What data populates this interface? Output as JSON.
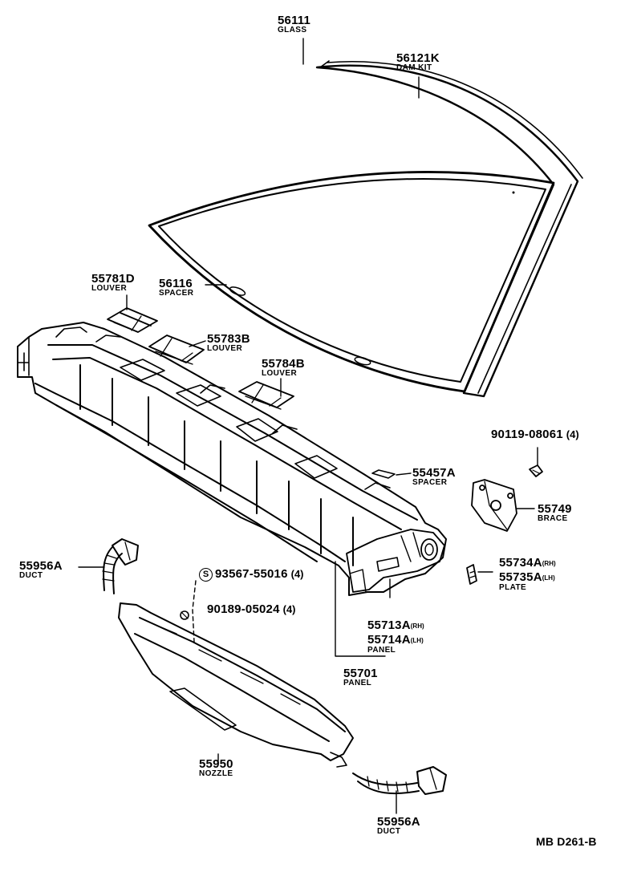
{
  "parts": {
    "glass": {
      "number": "56111",
      "name": "GLASS"
    },
    "dam_kit": {
      "number": "56121K",
      "name": "DAM KIT"
    },
    "louver_d": {
      "number": "55781D",
      "name": "LOUVER"
    },
    "spacer_56116": {
      "number": "56116",
      "name": "SPACER"
    },
    "louver_b_783": {
      "number": "55783B",
      "name": "LOUVER"
    },
    "louver_b_784": {
      "number": "55784B",
      "name": "LOUVER"
    },
    "bolt_90119": {
      "number": "90119-08061",
      "qty": "(4)"
    },
    "spacer_55457": {
      "number": "55457A",
      "name": "SPACER"
    },
    "brace": {
      "number": "55749",
      "name": "BRACE"
    },
    "duct_left": {
      "number": "55956A",
      "name": "DUCT"
    },
    "screw_93567": {
      "number": "93567-55016",
      "qty": "(4)",
      "marker": "S"
    },
    "clip_90189": {
      "number": "90189-05024",
      "qty": "(4)"
    },
    "plate_rh": {
      "number": "55734A",
      "side": "(RH)"
    },
    "plate_lh": {
      "number": "55735A",
      "side": "(LH)",
      "name": "PLATE"
    },
    "panel_rh": {
      "number": "55713A",
      "side": "(RH)"
    },
    "panel_lh": {
      "number": "55714A",
      "side": "(LH)",
      "name": "PANEL"
    },
    "panel_main": {
      "number": "55701",
      "name": "PANEL"
    },
    "nozzle": {
      "number": "55950",
      "name": "NOZZLE"
    },
    "duct_bottom": {
      "number": "55956A",
      "name": "DUCT"
    }
  },
  "diagram_code": "MB D261-B"
}
